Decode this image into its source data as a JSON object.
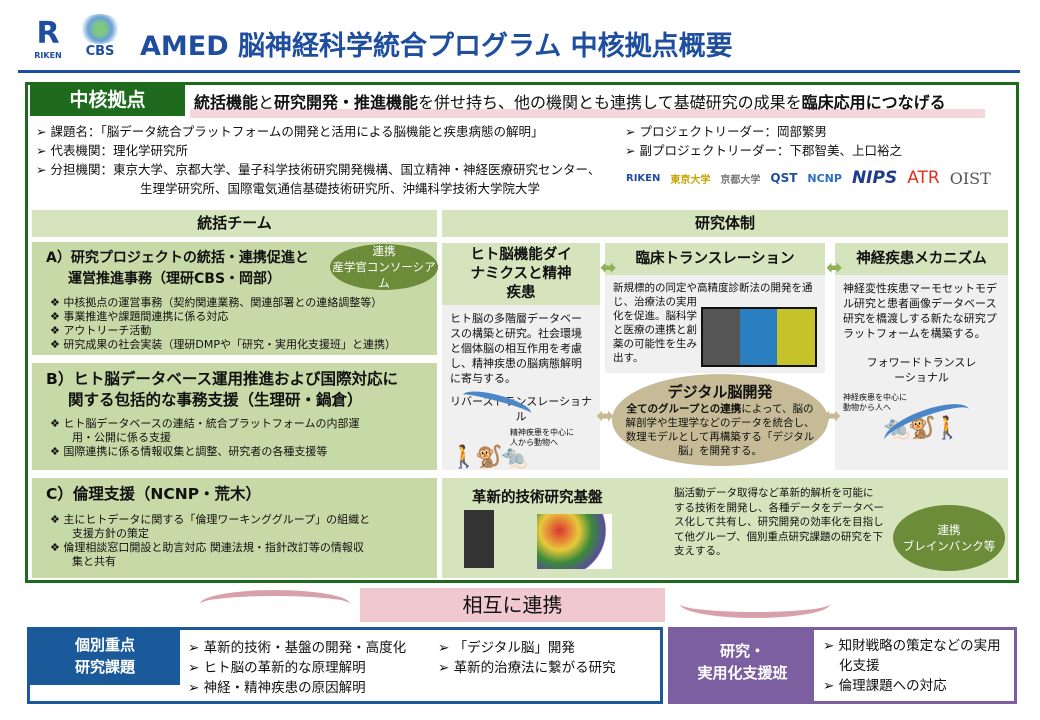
{
  "header": {
    "logos": [
      "RIKEN",
      "CBS"
    ],
    "title": "AMED 脳神経科学統合プログラム 中核拠点概要"
  },
  "core": {
    "tab": "中核拠点",
    "tagline": [
      {
        "t": "統括機能",
        "b": true
      },
      {
        "t": "と",
        "b": false
      },
      {
        "t": "研究開発・推進機能",
        "b": true
      },
      {
        "t": "を併せ持ち、他の機関とも連携して基礎研究の成果を",
        "b": false
      },
      {
        "t": "臨床応用につなげる",
        "b": true
      }
    ],
    "info": [
      "課題名：「脳データ統合プラットフォームの開発と活用による脳機能と疾患病態の解明」",
      "代表機関：理化学研究所",
      "分担機関：東京大学、京都大学、量子科学技術研究開発機構、国立精神・神経医療研究センター、",
      "生理学研究所、国際電気通信基礎技術研究所、沖縄科学技術大学院大学"
    ],
    "leaders": [
      "プロジェクトリーダー：岡部繁男",
      "副プロジェクトリーダー：下郡智美、上口裕之"
    ],
    "institution_logos": [
      "RIKEN",
      "東京大学",
      "京都大学",
      "QST",
      "NCNP",
      "NIPS",
      "ATR",
      "OIST"
    ]
  },
  "team": {
    "header": "統括チーム",
    "a": {
      "title1": "A）研究プロジェクトの統括・連携促進と",
      "title2": "運営推進事務（理研CBS・岡部）",
      "oval1": "連携",
      "oval2": "産学官コンソーシアム",
      "items": [
        "中核拠点の運営事務（契約関連業務、関連部署との連絡調整等）",
        "事業推進や課題間連携に係る対応",
        "アウトリーチ活動",
        "研究成果の社会実装（理研DMPや「研究・実用化支援班」と連携）"
      ]
    },
    "b": {
      "title1": "B）ヒト脳データベース運用推進および国際対応に",
      "title2": "関する包括的な事務支援（生理研・鍋倉）",
      "items": [
        "ヒト脳データベースの連結・統合プラットフォームの内部運用・公開に係る支援",
        "国際連携に係る情報収集と調整、研究者の各種支援等"
      ]
    },
    "c": {
      "title": "C）倫理支援（NCNP・荒木）",
      "items": [
        "主にヒトデータに関する「倫理ワーキンググループ」の組織と支援方針の策定",
        "倫理相談窓口開設と助言対応 関連法規・指針改訂等の情報収集と共有"
      ]
    }
  },
  "research": {
    "header": "研究体制",
    "col1": {
      "title": "ヒト脳機能ダイナミクスと精神疾患",
      "body": "ヒト脳の多階層データベースの構築と研究。社会環境と個体脳の相互作用を考慮し、精神疾患の脳病態解明に寄与する。",
      "arrow_label": "リバーストランスレーショナル",
      "arrow_note": "精神疾患を中心に人から動物へ"
    },
    "col2": {
      "title": "臨床トランスレーション",
      "body": "新規標的の同定や高精度診断法の開発を通じ、治療法の実用化を促進。脳科学と医療の連携と創薬の可能性を生み出す。"
    },
    "col3": {
      "title": "神経疾患メカニズム",
      "body": "神経変性疾患マーモセットモデル研究と患者画像データベース研究を橋渡しする新たな研究プラットフォームを構築する。",
      "arrow_label": "フォワードトランスレーショナル",
      "arrow_note": "神経疾患を中心に動物から人へ"
    },
    "digital": {
      "title": "デジタル脳開発",
      "lead": "全てのグループとの連携",
      "body": "によって、脳の解剖学や生理学などのデータを統合し、数理モデルとして再構築する「デジタル脳」を開発する。"
    },
    "tech": {
      "title": "革新的技術研究基盤",
      "body": "脳活動データ取得など革新的解析を可能にする技術を開発し、各種データをデータベース化して共有し、研究開発の効率化を目指して他グループ、個別重点研究課題の研究を下支えする。",
      "oval1": "連携",
      "oval2": "ブレインバンク等"
    }
  },
  "mutual": "相互に連携",
  "individual": {
    "label1": "個別重点",
    "label2": "研究課題",
    "items_left": [
      "革新的技術・基盤の開発・高度化",
      "ヒト脳の革新的な原理解明",
      "神経・精神疾患の原因解明"
    ],
    "items_right": [
      "「デジタル脳」開発",
      "革新的治療法に繋がる研究"
    ]
  },
  "support": {
    "label1": "研究・",
    "label2": "実用化支援班",
    "items": [
      "知財戦略の策定などの実用化支援",
      "倫理課題への対応"
    ]
  },
  "colors": {
    "title": "#1f4e9e",
    "green": "#1e6b1e",
    "blue": "#1a5a9a",
    "purple": "#7b5fa0"
  }
}
